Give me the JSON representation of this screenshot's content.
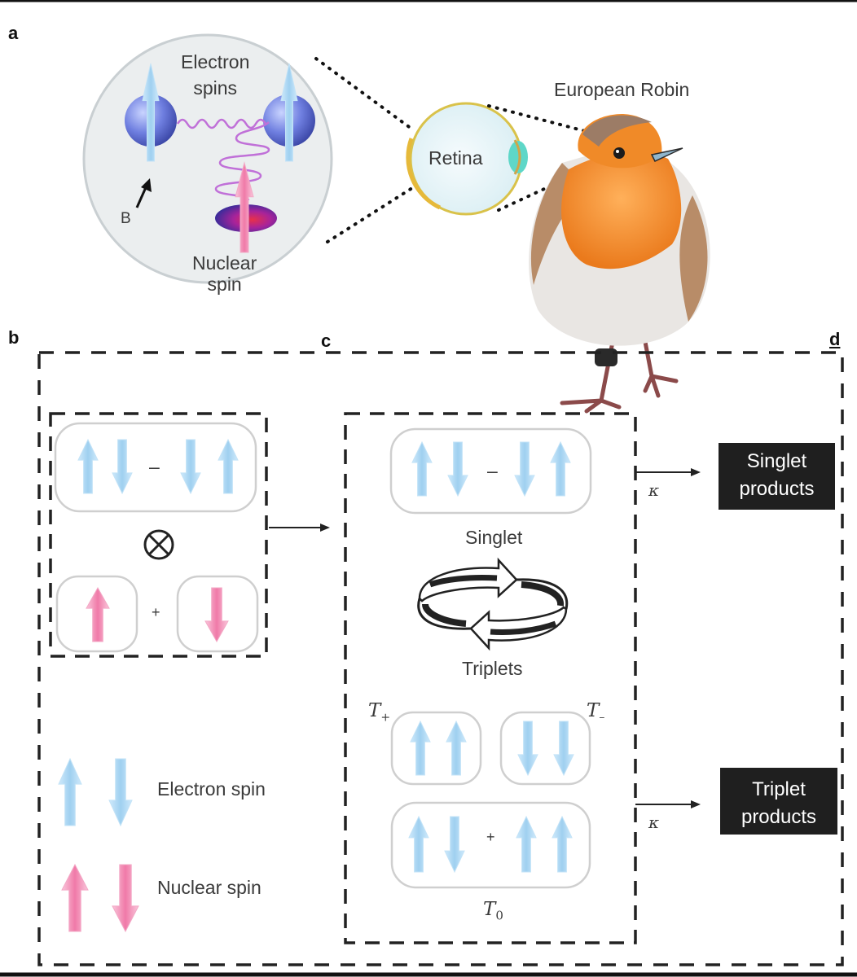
{
  "panels": {
    "a": "a",
    "b": "b",
    "c": "c",
    "d": "d"
  },
  "panel_a": {
    "electron_spins": "Electron\nspins",
    "b_field": "B",
    "nuclear_spin": "Nuclear\nspin",
    "retina": "Retina",
    "bird": "European Robin"
  },
  "panel_b": {
    "minus": "–",
    "tensor": "⊗",
    "plus": "+",
    "legend_electron": "Electron spin",
    "legend_nuclear": "Nuclear spin"
  },
  "panel_c": {
    "minus": "–",
    "singlet": "Singlet",
    "triplets": "Triplets",
    "t_plus": "T",
    "t_plus_sub": "+",
    "t_minus": "T",
    "t_minus_sub": "–",
    "t_zero": "T",
    "t_zero_sub": "0",
    "plus": "+"
  },
  "panel_d": {
    "kappa_top": "κ",
    "kappa_bottom": "κ",
    "singlet_products": "Singlet\nproducts",
    "triplet_products": "Triplet\nproducts"
  },
  "colors": {
    "electron_arrow": "#9fd0f0",
    "nuclear_arrow": "#f07aa8",
    "robin_orange": "#f08a28",
    "product_box": "#1f1f1f"
  }
}
